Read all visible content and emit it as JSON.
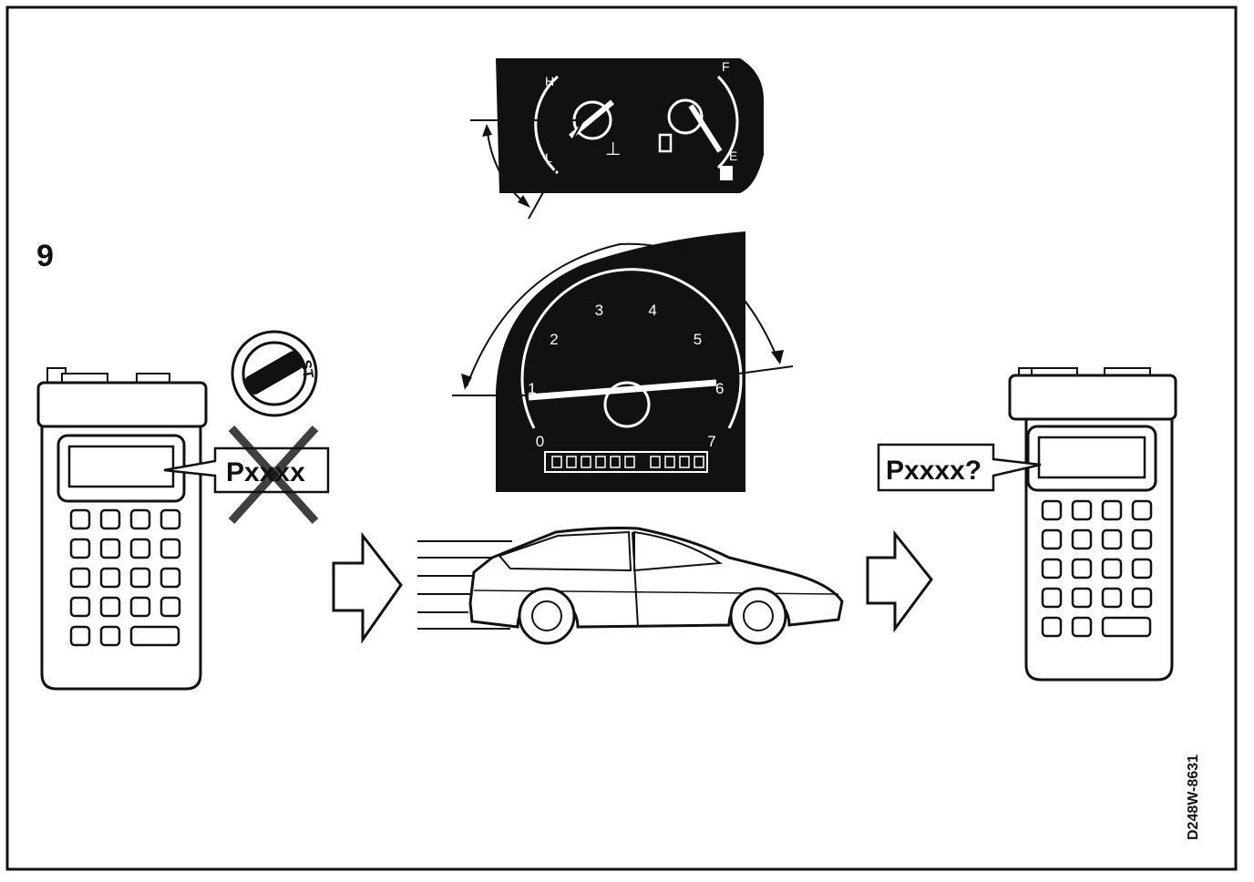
{
  "step_number": "9",
  "ignition_key": {
    "position_label": "ST"
  },
  "left_tool": {
    "message": "Pxxxx",
    "crossed_out": true
  },
  "right_tool": {
    "message": "Pxxxx?"
  },
  "temp_gauge": {
    "top_mark": "H",
    "bottom_mark": "L"
  },
  "fuel_gauge": {
    "top_mark": "F",
    "bottom_mark": "E"
  },
  "tachometer": {
    "scale_labels": [
      "0",
      "1",
      "2",
      "3",
      "4",
      "5",
      "6",
      "7"
    ]
  },
  "figure_code": "D248W-8631",
  "colors": {
    "ink": "#111111",
    "paper": "#ffffff"
  }
}
